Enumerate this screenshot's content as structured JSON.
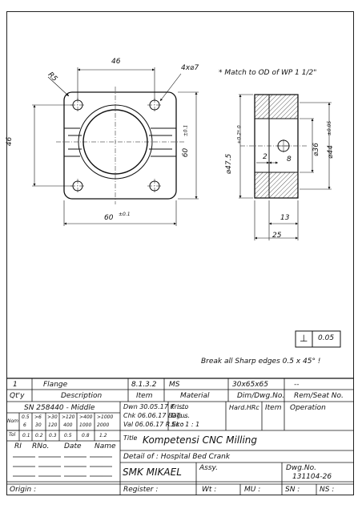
{
  "drawing": {
    "dim_width_holes": "46",
    "dim_height_holes": "46",
    "dim_radius": "R5",
    "dim_holes": "4x⌀7",
    "note_match": "* Match to OD of WP 1 1/2\"",
    "dim_width": "60",
    "dim_width_tol": "±0.1",
    "dim_height": "60",
    "dim_height_tol": "±0.1",
    "dim_bore": "⌀47.5",
    "dim_bore_tol": "+0.2*\n0",
    "dim_inner": "⌀36",
    "dim_outer": "⌀44",
    "dim_outer_tol": "±0.05",
    "dim_2": "2",
    "dim_8": "8",
    "dim_13": "13",
    "dim_25": "25",
    "gdt_symbol": "⊥",
    "gdt_value": "0.05",
    "edges_note": "Break all Sharp edges 0.5 x 45° !"
  },
  "title_block": {
    "row1": {
      "qty": "1",
      "desc": "Flange",
      "item": "8.1.3.2",
      "material": "MS",
      "dim": "30x65x65",
      "rem": "--"
    },
    "headers": {
      "qty": "Qt'y",
      "desc": "Description",
      "item": "Item",
      "material": "Material",
      "dim": "Dim/Dwg.No.",
      "rem": "Rem/Seat No."
    },
    "standard": "SN 258440 - Middle",
    "tol_table": {
      "nom_label": "Nom",
      "tol_label": "Tol",
      "ranges_top": [
        "0.5",
        ">6",
        ">30",
        ">120",
        ">400",
        ">1000"
      ],
      "ranges_bot": [
        "6",
        "30",
        "120",
        "400",
        "1000",
        "2000"
      ],
      "tols": [
        "0.1",
        "0.2",
        "0.3",
        "0.5",
        "0.8",
        "1.2"
      ]
    },
    "dwn": "Dwn 30.05.17 Kristo",
    "chk": "Chk 06.06.17 Bagus",
    "val": "Val 06.06.17 R.Eko",
    "f": "F : ...",
    "dt": "DT: ...",
    "sc": "Sc : 1 : 1",
    "hard": "Hard.HRc",
    "item2": "Item",
    "operation": "Operation",
    "rev_headers": {
      "ri": "RI",
      "rno": "RNo.",
      "date": "Date",
      "name": "Name"
    },
    "title_label": "Title",
    "title": "Kompetensi CNC Milling",
    "detail_of": "Detail of : Hospital Bed Crank",
    "company": "SMK MIKAEL",
    "assy": "Assy.",
    "dwg_no_label": "Dwg.No.",
    "dwg_no": "131104-26",
    "origin": "Origin :",
    "register": "Register :",
    "wt": "Wt :",
    "mu": "MU :",
    "sn": "SN :",
    "ns": "NS :"
  }
}
